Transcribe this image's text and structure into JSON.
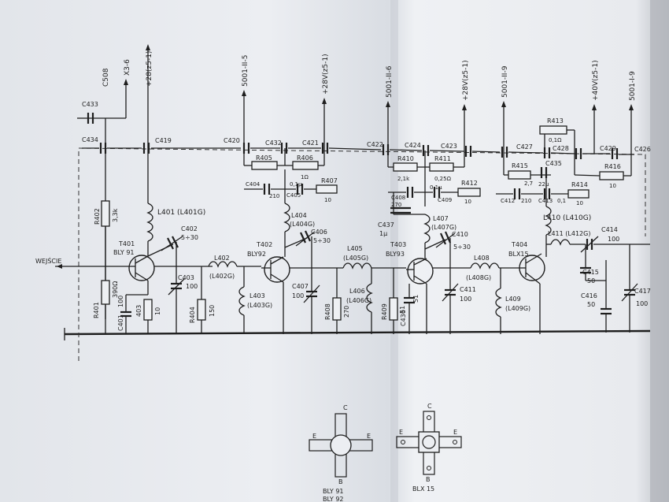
{
  "labels": {
    "wejscie": "WEJŚCIE",
    "c508": "C508",
    "x3_6": "X3-6",
    "plus28_z5_1": "+28(z5-1)",
    "out_5001_2_5": "5001-II-5",
    "plus28v_1": "+28V(z5-1)",
    "out_5001_2_6": "5001-II-6",
    "plus28v_2": "+28V(z5-1)",
    "out_5001_2_9": "5001-II-9",
    "plus40v": "+40V(z5-1)",
    "out_5001_1_9": "5001-I-9",
    "c433": "C433",
    "c434": "C434",
    "c419": "C419",
    "c420": "C420",
    "c432": "C432",
    "c421": "C421",
    "c422": "C422",
    "c424": "C424",
    "c423": "C423",
    "c427": "C427",
    "c428": "C428",
    "c429": "C429",
    "c426": "C426",
    "c435": "C435",
    "r405": "R405",
    "r406": "R406",
    "r406_v": "1Ω",
    "c404": "C404",
    "c404_v": "210",
    "c405": "C405",
    "c405_v": "0,1µ",
    "r407": "R407",
    "r407_v": "10",
    "r410": "R410",
    "r410_v": "2,1k",
    "r411": "R411",
    "r411_v": "0,25Ω",
    "c406b": "C408",
    "c406b_v": "270",
    "c409": "C409",
    "c409_v": "0,1µ",
    "r412": "R412",
    "r412_v": "10",
    "r413": "R413",
    "r413_v": "0,1Ω",
    "r415": "R415",
    "r415_v": "2,7",
    "r416": "R416",
    "r416_v": "10",
    "c412": "C412",
    "c412_v": "210",
    "c413": "C413",
    "c413_v": "0,1",
    "r414": "R414",
    "r414_v": "10",
    "c435_v": "22µ",
    "r402": "R402",
    "r402_v": "3,3k",
    "l401": "L401 (L401G)",
    "t401": "T401",
    "t401_type": "BLY 91",
    "c402": "C402",
    "c402_v": "5÷30",
    "l402": "L402",
    "l402_g": "(L402G)",
    "c403": "C403",
    "c403_v": "100",
    "r401": "R401",
    "r401_v": "390Ω",
    "c401": "C401",
    "c401_v": "100",
    "r403": "403",
    "r403_v": "10",
    "r404": "R404",
    "r404_v": "150",
    "l403": "L403",
    "l403_g": "(L403G)",
    "l404": "L404",
    "l404_g": "(L404G)",
    "t402": "T402",
    "t402_type": "BLY92",
    "c406": "C406",
    "c406_v": "5÷30",
    "c407": "C407",
    "c407_v": "100",
    "l405": "L405",
    "l405_g": "(L405G)",
    "l406": "L406",
    "l406_g": "(L406G)",
    "r408": "R408",
    "r408_v": "270",
    "r409": "R409",
    "r409_v": "51",
    "c437": "C437",
    "c437_v": "1µ",
    "l407": "L407",
    "l407_g": "(L407G)",
    "t403": "T403",
    "t403_type": "BLY93",
    "c410": "C410",
    "c410_v": "5÷30",
    "c436": "C436",
    "c436_v": "51",
    "c411": "C411",
    "c411_v": "100",
    "l408": "L408",
    "l408_g": "(L408G)",
    "l409": "L409",
    "l409_g": "(L409G)",
    "l410": "L410 (L410G)",
    "t404": "T404",
    "t404_type": "BLX15",
    "l411": "L411 (L412G)",
    "c414": "C414",
    "c414_v": "100",
    "c415": "C415",
    "c415_v": "50",
    "c416": "C416",
    "c416_v": "50",
    "c417": "C417",
    "c417_v": "100"
  },
  "pinouts": [
    {
      "c": "C",
      "e": "E",
      "b": "B",
      "name": "BLY 91",
      "name2": "BLY 92"
    },
    {
      "c": "C",
      "e": "E",
      "b": "B",
      "name": "BLX 15"
    }
  ]
}
